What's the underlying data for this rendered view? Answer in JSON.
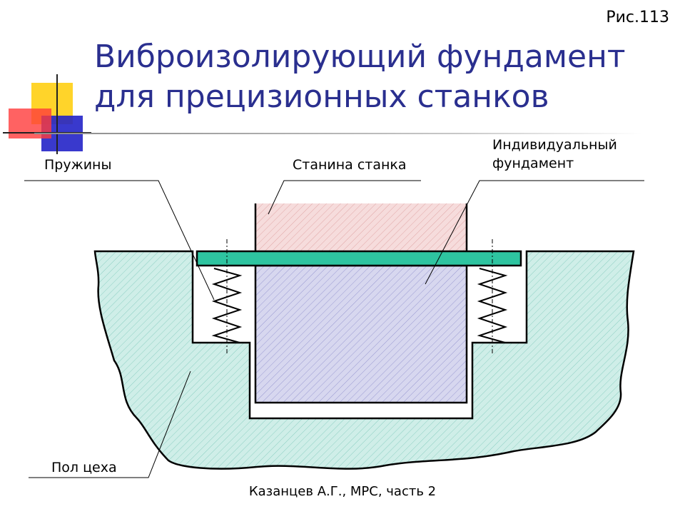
{
  "figure_number": "Рис.113",
  "title": {
    "line1": "Виброизолирующий фундамент",
    "line2": "для прецизионных станков"
  },
  "labels": {
    "springs": "Пружины",
    "machine_bed": "Станина станка",
    "individual_foundation_line1": "Индивидуальный",
    "individual_foundation_line2": "фундамент",
    "shop_floor": "Пол цеха"
  },
  "footer": "Казанцев А.Г., МРС, часть 2",
  "colors": {
    "title": "#2a2f8f",
    "floor_fill": "#cfeee8",
    "foundation_fill": "#d7d7ef",
    "bed_fill": "#f4d6d6",
    "plate_fill": "#2ec4a0",
    "deco_yellow": "#ffd21f",
    "deco_red": "#ff3b3b",
    "deco_blue": "#2323c8"
  }
}
